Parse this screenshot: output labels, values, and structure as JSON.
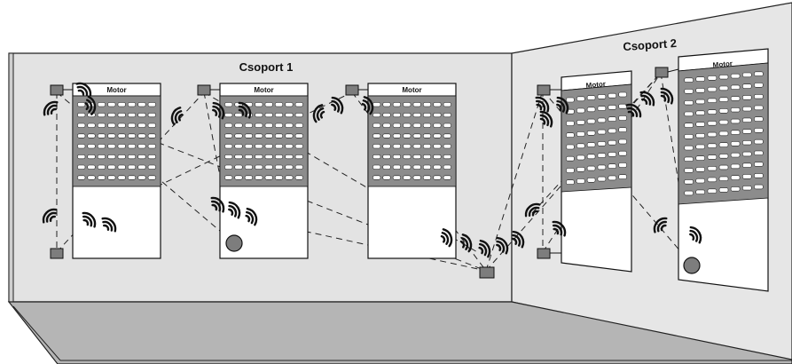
{
  "groups": [
    {
      "label": "Csoport 1"
    },
    {
      "label": "Csoport 2"
    }
  ],
  "cabinet_label": "Motor",
  "colors": {
    "wall_left": "#e3e3e3",
    "wall_right": "#e6e6e6",
    "floor": "#b5b5b5",
    "grid_panel": "#8c8c8c",
    "node": "#7d7d7d"
  },
  "icons": [
    "wireless-signal-icon",
    "network-node-icon",
    "sensor-icon"
  ]
}
